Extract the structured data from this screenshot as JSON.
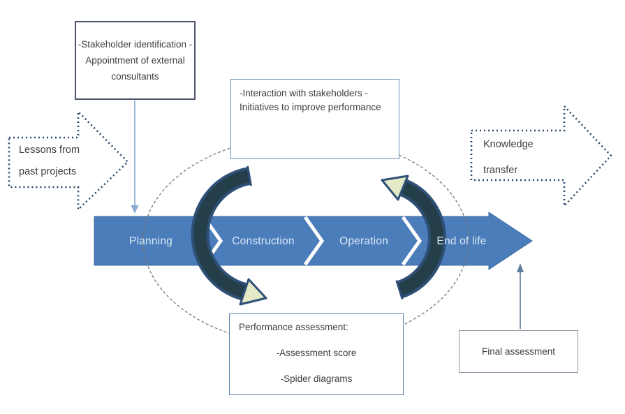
{
  "diagram": {
    "type": "project-lifecycle-process",
    "timeline": {
      "phases": [
        "Planning",
        "Construction",
        "Operation",
        "End of life"
      ]
    },
    "boxes": {
      "stakeholder": {
        "lines": [
          "-Stakeholder",
          "identification",
          "-Appointment of",
          "external consultants"
        ]
      },
      "interaction": {
        "lines": [
          "-Interaction with stakeholders",
          "",
          "-Initiatives to improve",
          "performance"
        ]
      },
      "performance": {
        "title": "Performance assessment:",
        "items": [
          "-Assessment score",
          "-Spider diagrams"
        ]
      },
      "final": {
        "label": "Final assessment"
      }
    },
    "dotted_arrows": {
      "lessons": {
        "lines": [
          "Lessons from",
          "past projects"
        ]
      },
      "knowledge": {
        "lines": [
          "Knowledge",
          "transfer"
        ]
      }
    },
    "colors": {
      "bar_blue": "#4b7dbb",
      "bar_border": "#3d6aa5",
      "bar_text": "#d9e7f5",
      "chevron_white": "#ffffff",
      "cycle_fill": "#c3cba0",
      "cycle_head_fill": "#e4e9c6",
      "cycle_outline": "#2e4f76",
      "dotted_navy": "#24436b",
      "ellipse_gray": "#757575",
      "stakeholder_connector": "#8aabd4",
      "final_connector": "#5f7d9c",
      "text": "#3d3d3d"
    }
  }
}
